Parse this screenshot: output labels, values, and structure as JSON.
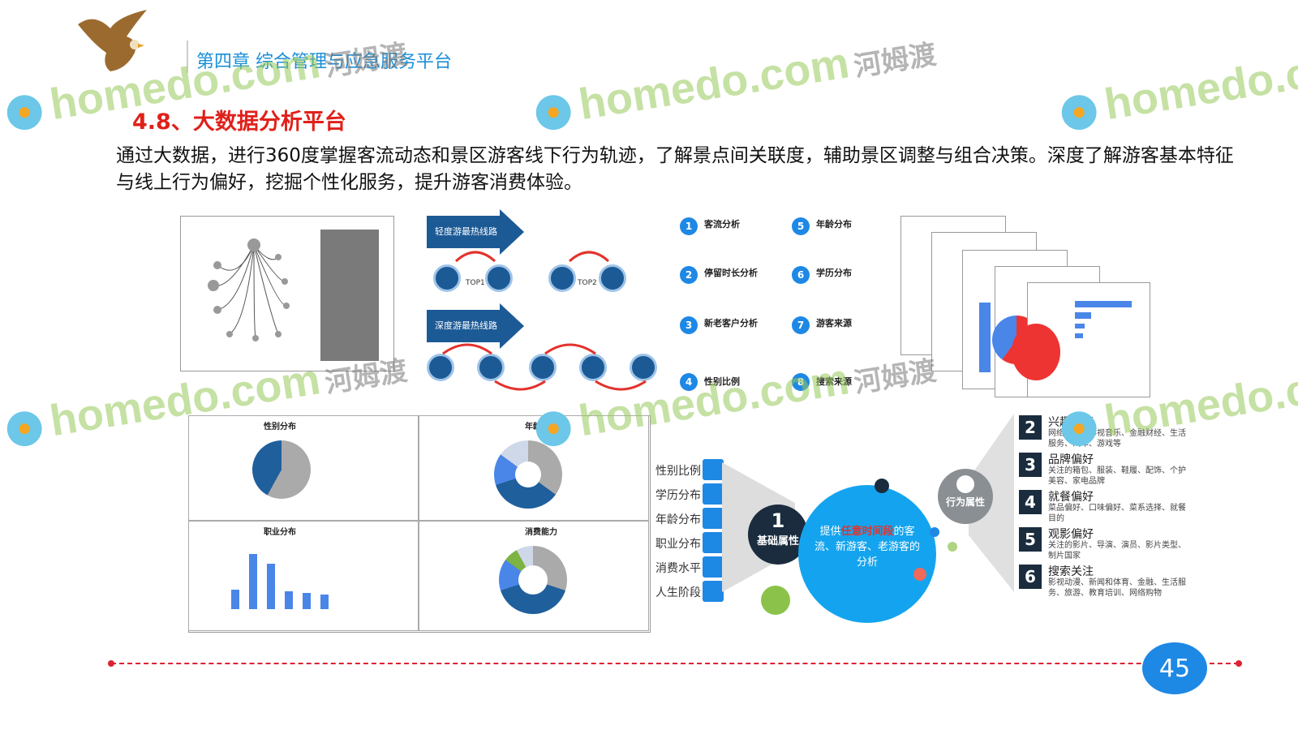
{
  "header": {
    "chapter": "第四章   综合管理与应急服务平台",
    "logo_icon": "eagle-icon"
  },
  "section": {
    "title": "4.8、大数据分析平台",
    "paragraph": "通过大数据，进行360度掌握客流动态和景区游客线下行为轨迹，了解景点间关联度，辅助景区调整与组合决策。深度了解游客基本特征与线上行为偏好，挖掘个性化服务，提升游客消费体验。"
  },
  "flow": {
    "banner1": "轻度游最热线路",
    "banner2": "深度游最热线路",
    "top1": "TOP1",
    "top2": "TOP2"
  },
  "analysis_list": [
    {
      "num": "1",
      "title": "客流分析"
    },
    {
      "num": "2",
      "title": "停留时长分析"
    },
    {
      "num": "3",
      "title": "新老客户分析"
    },
    {
      "num": "4",
      "title": "性别比例"
    },
    {
      "num": "5",
      "title": "年龄分布"
    },
    {
      "num": "6",
      "title": "学历分布"
    },
    {
      "num": "7",
      "title": "游客来源"
    },
    {
      "num": "8",
      "title": "搜索来源"
    }
  ],
  "dashboard": {
    "gender_title": "性别分布",
    "age_title": "年龄分布",
    "job_title": "职业分布",
    "consume_title": "消费能力"
  },
  "attributes": {
    "items": [
      "性别比例",
      "学历分布",
      "年龄分布",
      "职业分布",
      "消费水平",
      "人生阶段"
    ],
    "basic_num": "1",
    "basic_label": "基础属性",
    "center_pre": "提供",
    "center_highlight": "任意时间段",
    "center_rest": "的客流、新游客、老游客的分析",
    "behavior_label": "行为属性"
  },
  "preferences": [
    {
      "num": "2",
      "title": "兴趣偏好",
      "desc": "网络购物、影视音乐、金融财经、生活服务、汽车、游戏等"
    },
    {
      "num": "3",
      "title": "品牌偏好",
      "desc": "关注的箱包、服装、鞋履、配饰、个护美容、家电品牌"
    },
    {
      "num": "4",
      "title": "就餐偏好",
      "desc": "菜品偏好、口味偏好、菜系选择、就餐目的"
    },
    {
      "num": "5",
      "title": "观影偏好",
      "desc": "关注的影片、导演、演员、影片类型、制片国家"
    },
    {
      "num": "6",
      "title": "搜索关注",
      "desc": "影视动漫、新闻和体育、金融、生活服务、旅游、教育培训、网络购物"
    }
  ],
  "watermark": {
    "brand": "homedo.com",
    "cn": "河姆渡"
  },
  "page_number": "45",
  "colors": {
    "accent": "#1e88e5",
    "title_red": "#e0201a",
    "chapter_blue": "#1a8fd8",
    "navy": "#1c5a96"
  }
}
